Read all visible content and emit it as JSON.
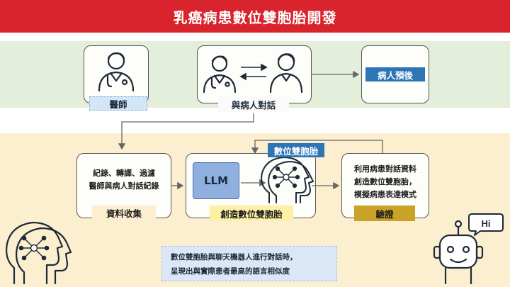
{
  "title": "乳癌病患數位雙胞胎開發",
  "top_row": {
    "doctor_label": "醫師",
    "dialogue_label": "與病人對話",
    "prognosis_label": "病人預後"
  },
  "bottom_row": {
    "collect_text_1": "紀錄、轉譯、過濾",
    "collect_text_2": "醫師與病人對話紀錄",
    "collect_label": "資料收集",
    "llm_label": "LLM",
    "twin_tag": "數位雙胞胎",
    "create_label": "創造數位雙胞胎",
    "verify_text_1": "利用病患對話資料",
    "verify_text_2": "創造數位雙胞胎，",
    "verify_text_3": "模擬病患表達模式",
    "verify_label": "驗證"
  },
  "note": {
    "line1": "數位雙胞胎與聊天機器人進行對話時，",
    "line2": "呈現出與實際患者最高的語言相似度"
  },
  "robot_bubble": "Hi",
  "colors": {
    "title_bar": "#d9232d",
    "green_band": "#e3eedb",
    "yellow_band": "#fbefcf",
    "blue_dark": "#2e75b6",
    "gold": "#c9a227"
  }
}
